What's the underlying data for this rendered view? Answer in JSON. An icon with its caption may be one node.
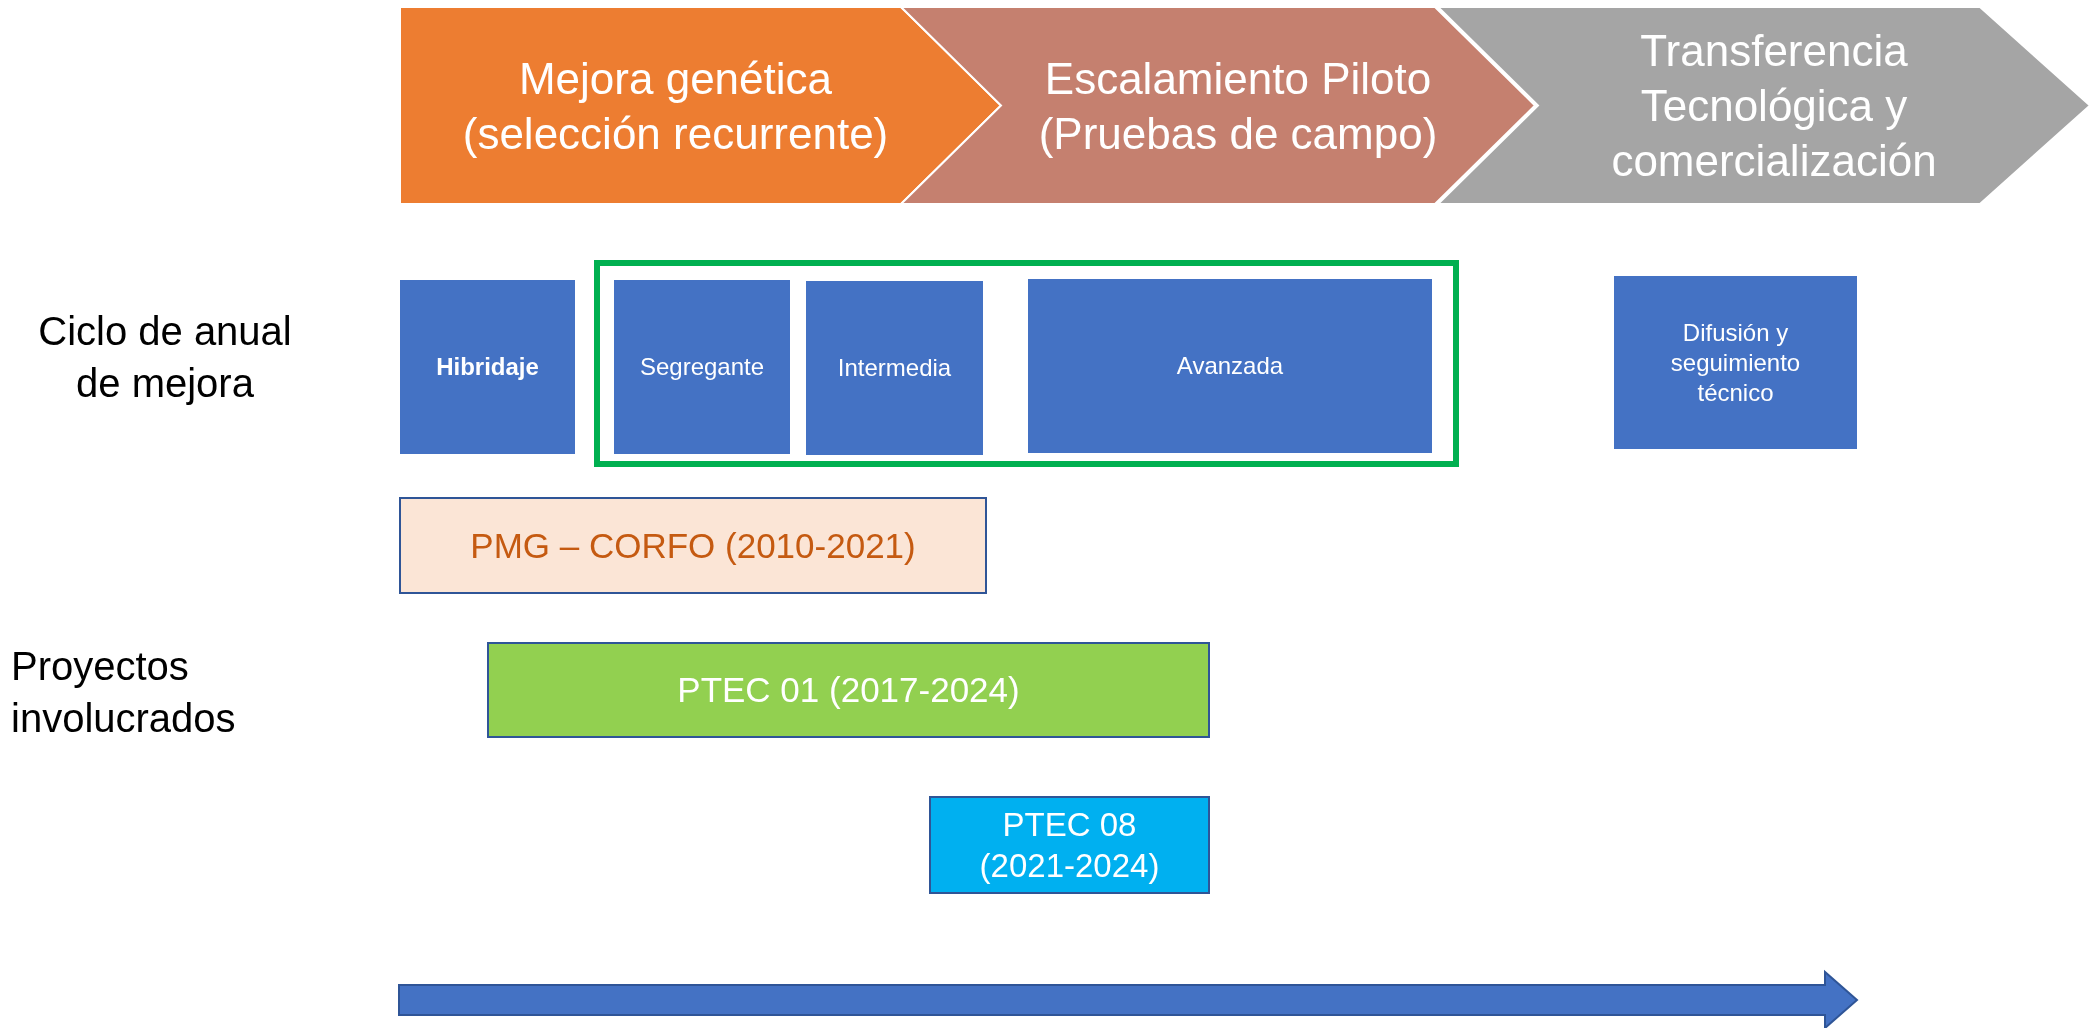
{
  "diagram": {
    "nodes": [
      {
        "text": [
          "Mejora genética (selección recurrente)"
        ]
      },
      {
        "text": [
          "Escalamiento Piloto (Pruebas de campo)"
        ]
      },
      {
        "text": [
          "Transferencia Tecnológica y comercialización"
        ]
      },
      {
        "text": [
          "Hibridaje"
        ]
      },
      {
        "text": [],
        "shape": "box"
      },
      {
        "text": [
          "Segregante"
        ],
        "in": 4
      },
      {
        "text": [
          "Intermedia"
        ],
        "in": 4
      },
      {
        "text": [
          "Avanzada"
        ],
        "in": 4
      },
      {
        "text": [
          "Difusión y seguimiento técnico"
        ]
      },
      {
        "text": [
          "PMG – CORFO (2010-2021)"
        ]
      },
      {
        "text": [
          "PTEC 01 (2017-2024)"
        ]
      },
      {
        "text": [
          "PTEC 08 (2021-2024)"
        ]
      }
    ],
    "labels": [
      "Ciclo de anual de mejora",
      "Proyectos involucrados"
    ]
  }
}
